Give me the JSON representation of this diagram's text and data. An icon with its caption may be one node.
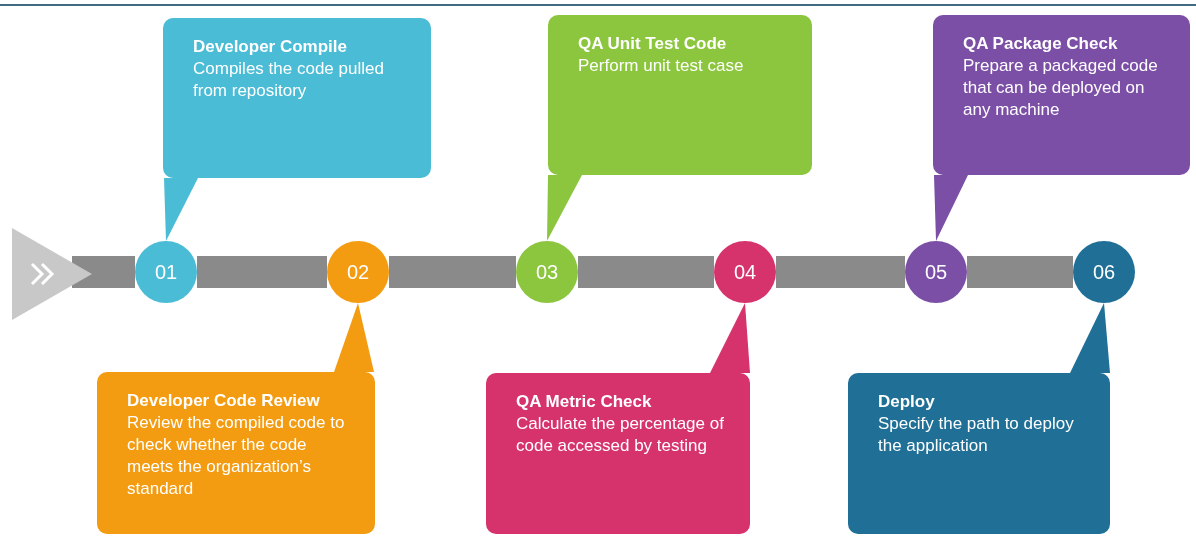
{
  "diagram": {
    "nodes": [
      {
        "text": [],
        "shape": "triangle"
      },
      {
        "text": [
          "01"
        ]
      },
      {
        "text": [
          "02"
        ]
      },
      {
        "text": [
          "03"
        ]
      },
      {
        "text": [
          "04"
        ]
      },
      {
        "text": [
          "05"
        ]
      },
      {
        "text": [
          "06"
        ]
      },
      {
        "text": [
          "Developer Compile",
          "Compiles the code pulled from repository"
        ]
      },
      {
        "text": [
          "Developer Code Review",
          "Review the compiled code to check whether the code meets the organization’s standard"
        ]
      },
      {
        "text": [
          "QA Unit Test Code",
          "Perform unit test case"
        ]
      },
      {
        "text": [
          "QA Metric Check",
          "Calculate the percentage of code accessed by testing"
        ]
      },
      {
        "text": [
          "QA Package Check",
          "Prepare a packaged code that can be deployed on any machine"
        ]
      },
      {
        "text": [
          "Deploy",
          "Specify the path to deploy the application"
        ]
      }
    ],
    "edges": [
      {
        "from": 0,
        "to": 1,
        "arrow": "none"
      },
      {
        "from": 1,
        "to": 2,
        "arrow": "none"
      },
      {
        "from": 2,
        "to": 3,
        "arrow": "none"
      },
      {
        "from": 3,
        "to": 4,
        "arrow": "none"
      },
      {
        "from": 4,
        "to": 5,
        "arrow": "none"
      },
      {
        "from": 5,
        "to": 6,
        "arrow": "none"
      },
      {
        "from": 7,
        "to": 1,
        "arrow": "to"
      },
      {
        "from": 8,
        "to": 2,
        "arrow": "to"
      },
      {
        "from": 9,
        "to": 3,
        "arrow": "to"
      },
      {
        "from": 10,
        "to": 4,
        "arrow": "to"
      },
      {
        "from": 11,
        "to": 5,
        "arrow": "to"
      },
      {
        "from": 12,
        "to": 6,
        "arrow": "to"
      }
    ]
  }
}
